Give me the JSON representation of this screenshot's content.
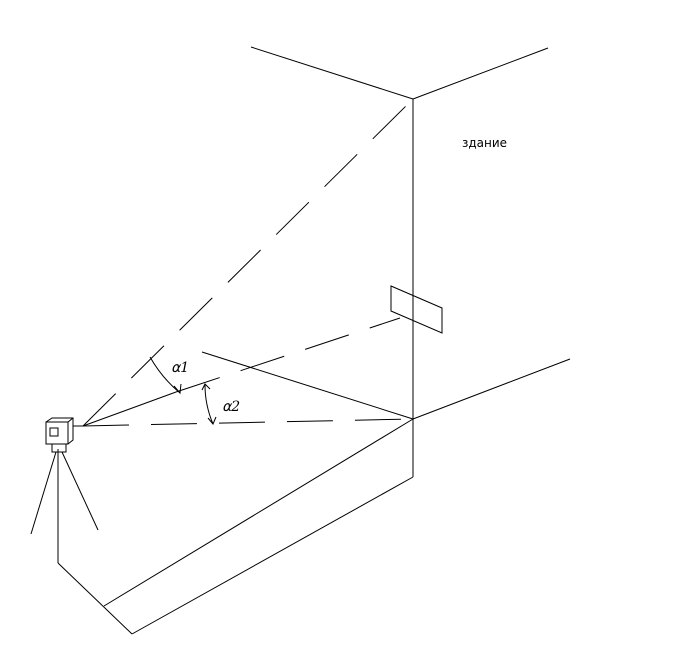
{
  "labels": {
    "building": "здание",
    "angle1": "⍺1",
    "angle2": "⍺2"
  }
}
